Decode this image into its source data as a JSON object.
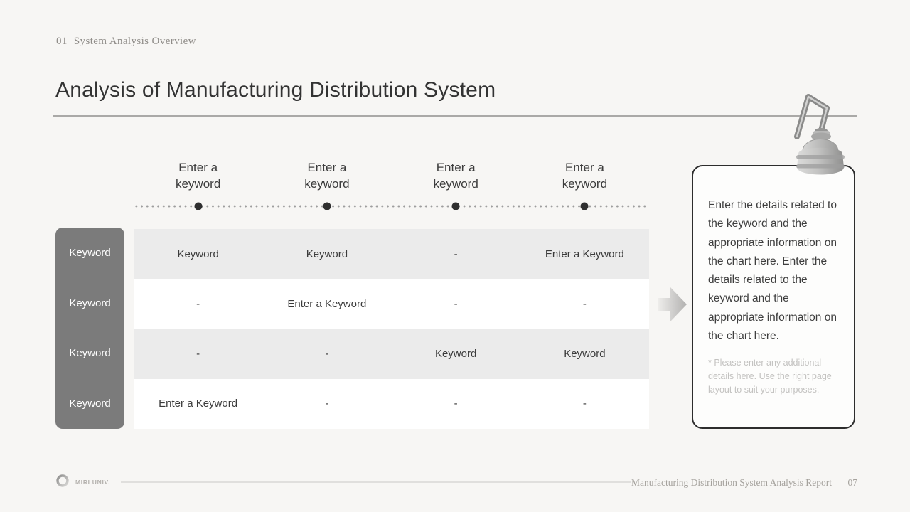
{
  "slide": {
    "eyebrow_number": "01",
    "eyebrow_title": "System Analysis Overview",
    "title": "Analysis of Manufacturing Distribution System"
  },
  "matrix": {
    "column_headers": [
      "Enter a keyword",
      "Enter a keyword",
      "Enter a keyword",
      "Enter a keyword"
    ],
    "row_headers": [
      "Keyword",
      "Keyword",
      "Keyword",
      "Keyword"
    ],
    "rows": [
      [
        "Keyword",
        "Keyword",
        "-",
        "Enter a Keyword"
      ],
      [
        "-",
        "Enter a Keyword",
        "-",
        "-"
      ],
      [
        "-",
        "-",
        "Keyword",
        "Keyword"
      ],
      [
        "Enter a Keyword",
        "-",
        "-",
        "-"
      ]
    ]
  },
  "callout": {
    "body": "Enter the details related to the keyword and the appropriate information on the chart here. Enter the details related to the keyword and the appropriate information on the chart here.",
    "note": "* Please enter any additional details here. Use the right page layout to suit your purposes."
  },
  "footer": {
    "brand": "MIRI UNIV.",
    "report_title": "Manufacturing Distribution System Analysis Report",
    "page_number": "07"
  },
  "icons": {
    "milk_can": "milk-can-icon",
    "arrow": "arrow-right-icon",
    "brand_mark": "ring-logo-icon",
    "column_marker": "column-marker-dot"
  },
  "colors": {
    "background": "#f7f6f4",
    "row_header_bg": "#7b7b7b",
    "row_alt_bg": "#ebebeb",
    "panel_border": "#2d2d2d",
    "title_text": "#333333",
    "muted_text": "#a5a29d",
    "dot_dark": "#2f2f2f"
  }
}
